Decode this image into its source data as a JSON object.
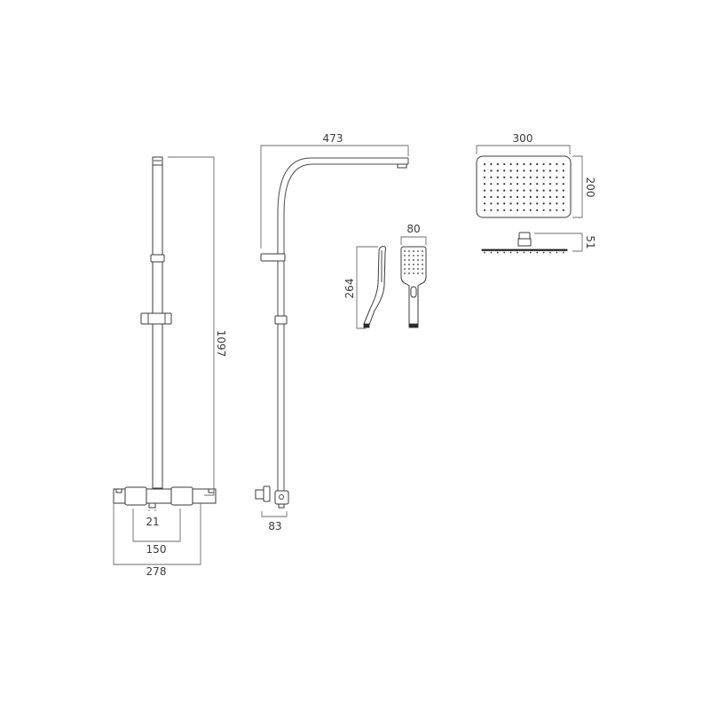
{
  "drawing": {
    "subject": "Thermostatic shower system dimension drawing",
    "units_implied": "mm",
    "line_color": "#3a3a3a",
    "background": "#ffffff"
  },
  "views": {
    "front_riser": {
      "dimensions": {
        "height": "1097",
        "valve_width": "278",
        "valve_centres": "150",
        "outlet_offset": "21"
      }
    },
    "side_riser": {
      "dimensions": {
        "arm_projection": "473",
        "wall_depth": "83"
      }
    },
    "handset": {
      "dimensions": {
        "length": "264",
        "width": "80"
      }
    },
    "overhead_shower": {
      "dimensions": {
        "width": "300",
        "depth": "200",
        "height": "51"
      },
      "nozzle_grid": {
        "rows": 8,
        "cols": 13
      }
    }
  }
}
